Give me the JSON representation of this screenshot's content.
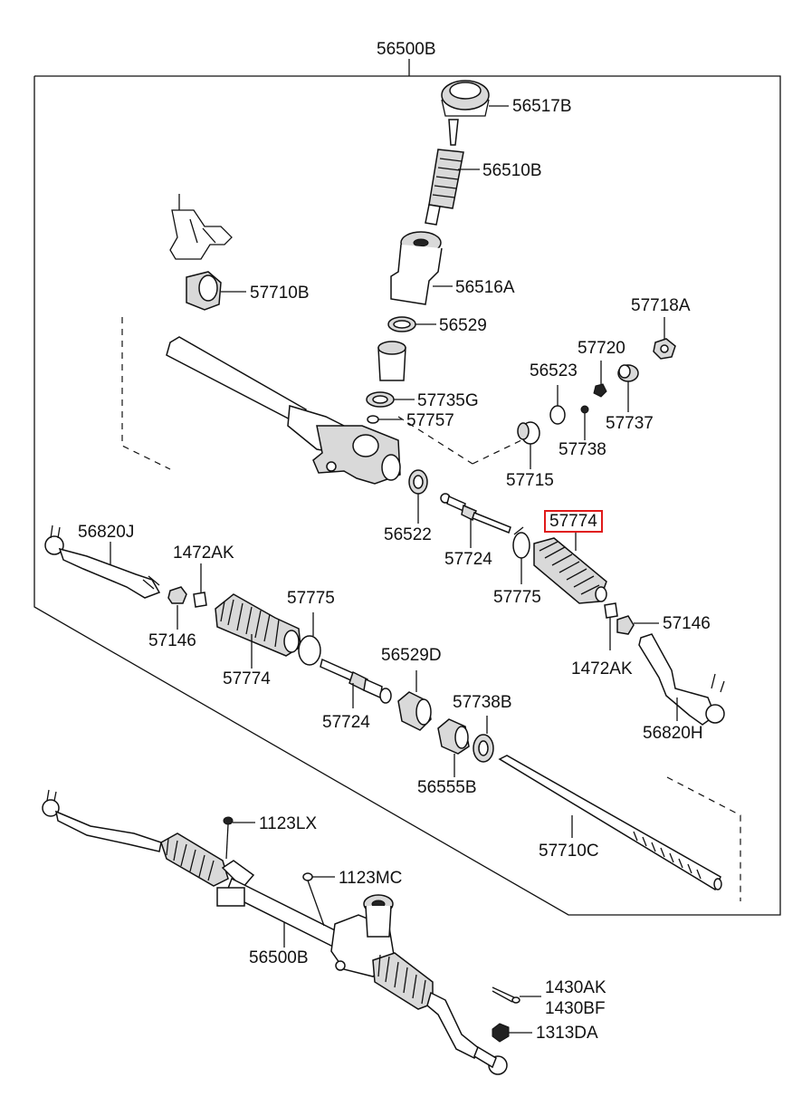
{
  "highlight_color": "#e01a1a",
  "labels": {
    "assembly_top": "56500B",
    "l_56517B": "56517B",
    "l_56510B": "56510B",
    "l_56516A": "56516A",
    "l_56529": "56529",
    "l_57710B": "57710B",
    "l_57718A": "57718A",
    "l_57720": "57720",
    "l_56523": "56523",
    "l_57737": "57737",
    "l_57735G": "57735G",
    "l_57757": "57757",
    "l_57738": "57738",
    "l_57715": "57715",
    "l_56522": "56522",
    "l_57774_hl": "57774",
    "l_57724_r": "57724",
    "l_57775_r": "57775",
    "l_56820J": "56820J",
    "l_1472AK_l": "1472AK",
    "l_57146_l": "57146",
    "l_57775_l": "57775",
    "l_57774_l": "57774",
    "l_56529D": "56529D",
    "l_57724_l": "57724",
    "l_57738B": "57738B",
    "l_56555B": "56555B",
    "l_57146_r": "57146",
    "l_1472AK_r": "1472AK",
    "l_56820H": "56820H",
    "l_57710C": "57710C",
    "l_1123LX": "1123LX",
    "l_1123MC": "1123MC",
    "assembly_bottom": "56500B",
    "l_1430AK": "1430AK",
    "l_1430BF": "1430BF",
    "l_1313DA": "1313DA"
  }
}
